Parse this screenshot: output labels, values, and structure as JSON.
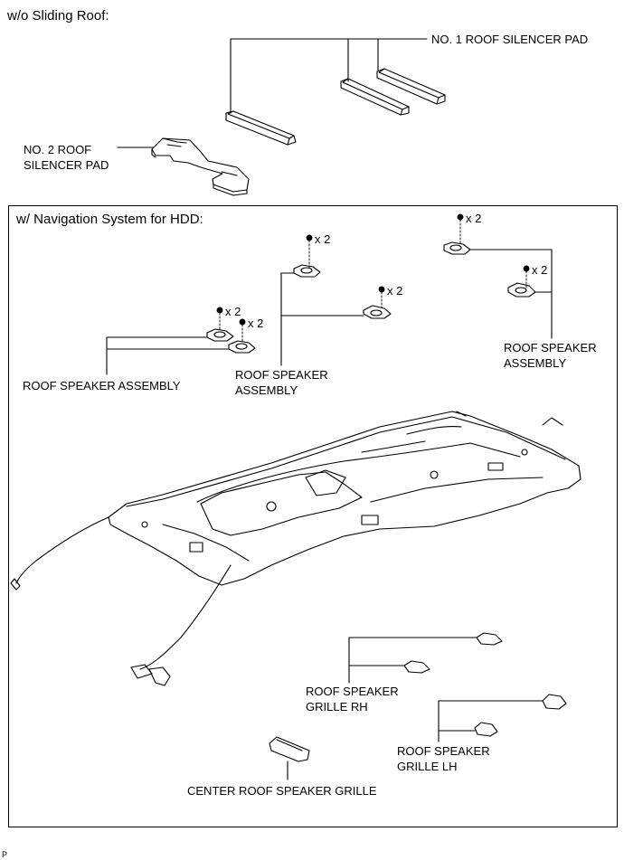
{
  "sections": {
    "top": {
      "title": "w/o Sliding Roof:",
      "labels": {
        "no1_pad": "NO. 1 ROOF SILENCER PAD",
        "no2_pad": "NO. 2 ROOF\nSILENCER PAD"
      }
    },
    "bottom": {
      "title": "w/ Navigation System for HDD:",
      "labels": {
        "spk_left": "ROOF SPEAKER ASSEMBLY",
        "spk_mid": "ROOF SPEAKER\nASSEMBLY",
        "spk_right": "ROOF SPEAKER\nASSEMBLY",
        "grille_rh": "ROOF SPEAKER\nGRILLE RH",
        "grille_lh": "ROOF SPEAKER\nGRILLE LH",
        "grille_center": "CENTER ROOF SPEAKER GRILLE"
      },
      "screw_counts": [
        "x 2",
        "x 2",
        "x 2",
        "x 2",
        "x 2",
        "x 2"
      ]
    }
  },
  "page_code": "P"
}
